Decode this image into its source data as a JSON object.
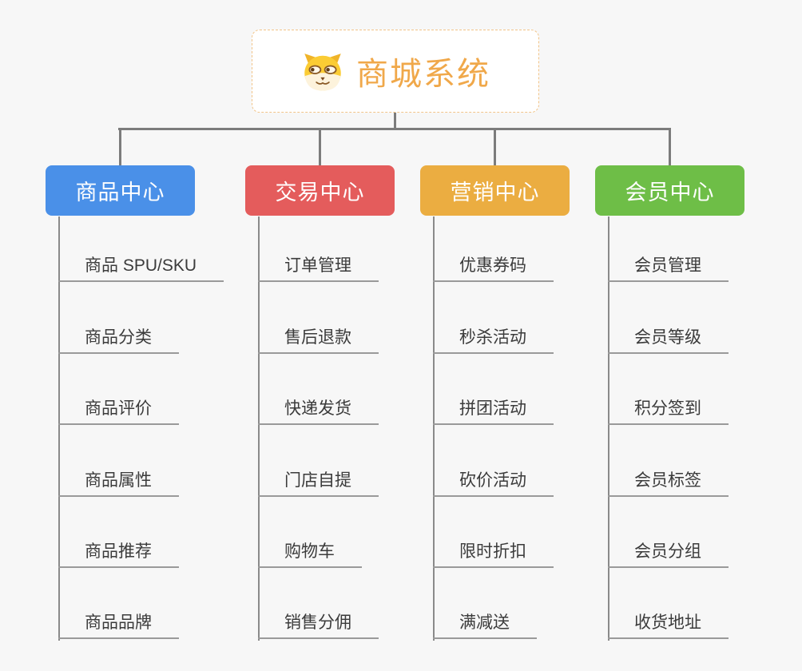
{
  "root": {
    "title": "商城系统",
    "icon": "shiba-dog-icon",
    "text_color": "#f0a84a",
    "border_color": "#f2c488"
  },
  "connector_color": "#7c7c7c",
  "branches": [
    {
      "label": "商品中心",
      "color": "#4a90e8",
      "items": [
        "商品 SPU/SKU",
        "商品分类",
        "商品评价",
        "商品属性",
        "商品推荐",
        "商品品牌"
      ]
    },
    {
      "label": "交易中心",
      "color": "#e45c5c",
      "items": [
        "订单管理",
        "售后退款",
        "快递发货",
        "门店自提",
        "购物车",
        "销售分佣"
      ]
    },
    {
      "label": "营销中心",
      "color": "#ebad41",
      "items": [
        "优惠券码",
        "秒杀活动",
        "拼团活动",
        "砍价活动",
        "限时折扣",
        "满减送"
      ]
    },
    {
      "label": "会员中心",
      "color": "#6ebe47",
      "items": [
        "会员管理",
        "会员等级",
        "积分签到",
        "会员标签",
        "会员分组",
        "收货地址"
      ]
    }
  ]
}
